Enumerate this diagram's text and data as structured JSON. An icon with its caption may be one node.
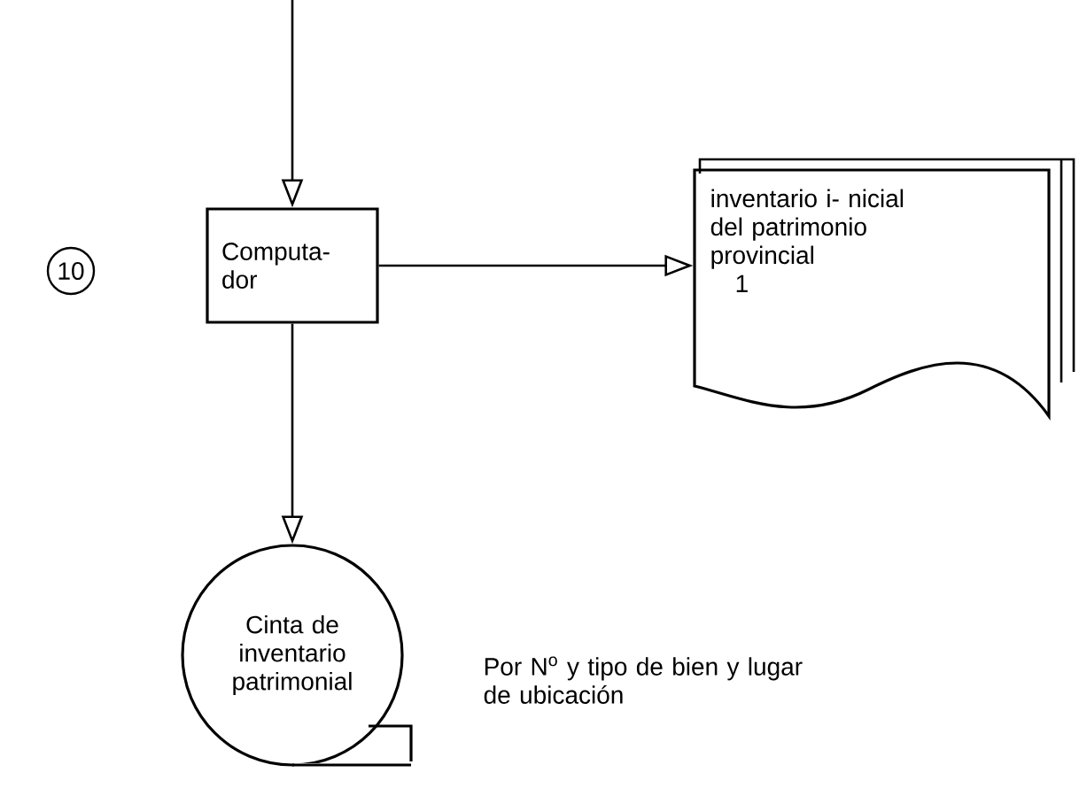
{
  "diagram": {
    "nodes": [
      {
        "text": [
          "10"
        ]
      },
      {
        "text": [
          "Computa- dor"
        ]
      },
      {
        "text": [
          "inventario i- nicial del patrimonio provincial",
          "1"
        ]
      },
      {
        "text": [
          "Cinta de inventario patrimonial"
        ]
      }
    ],
    "edges": [
      {
        "from": null,
        "to": 1,
        "arrow": "to"
      },
      {
        "from": 1,
        "to": 2,
        "arrow": "to"
      },
      {
        "from": 1,
        "to": 3,
        "arrow": "to"
      }
    ],
    "labels": [
      "Por N$^{o}$ y tipo de bien y lugar de ubicación"
    ]
  }
}
